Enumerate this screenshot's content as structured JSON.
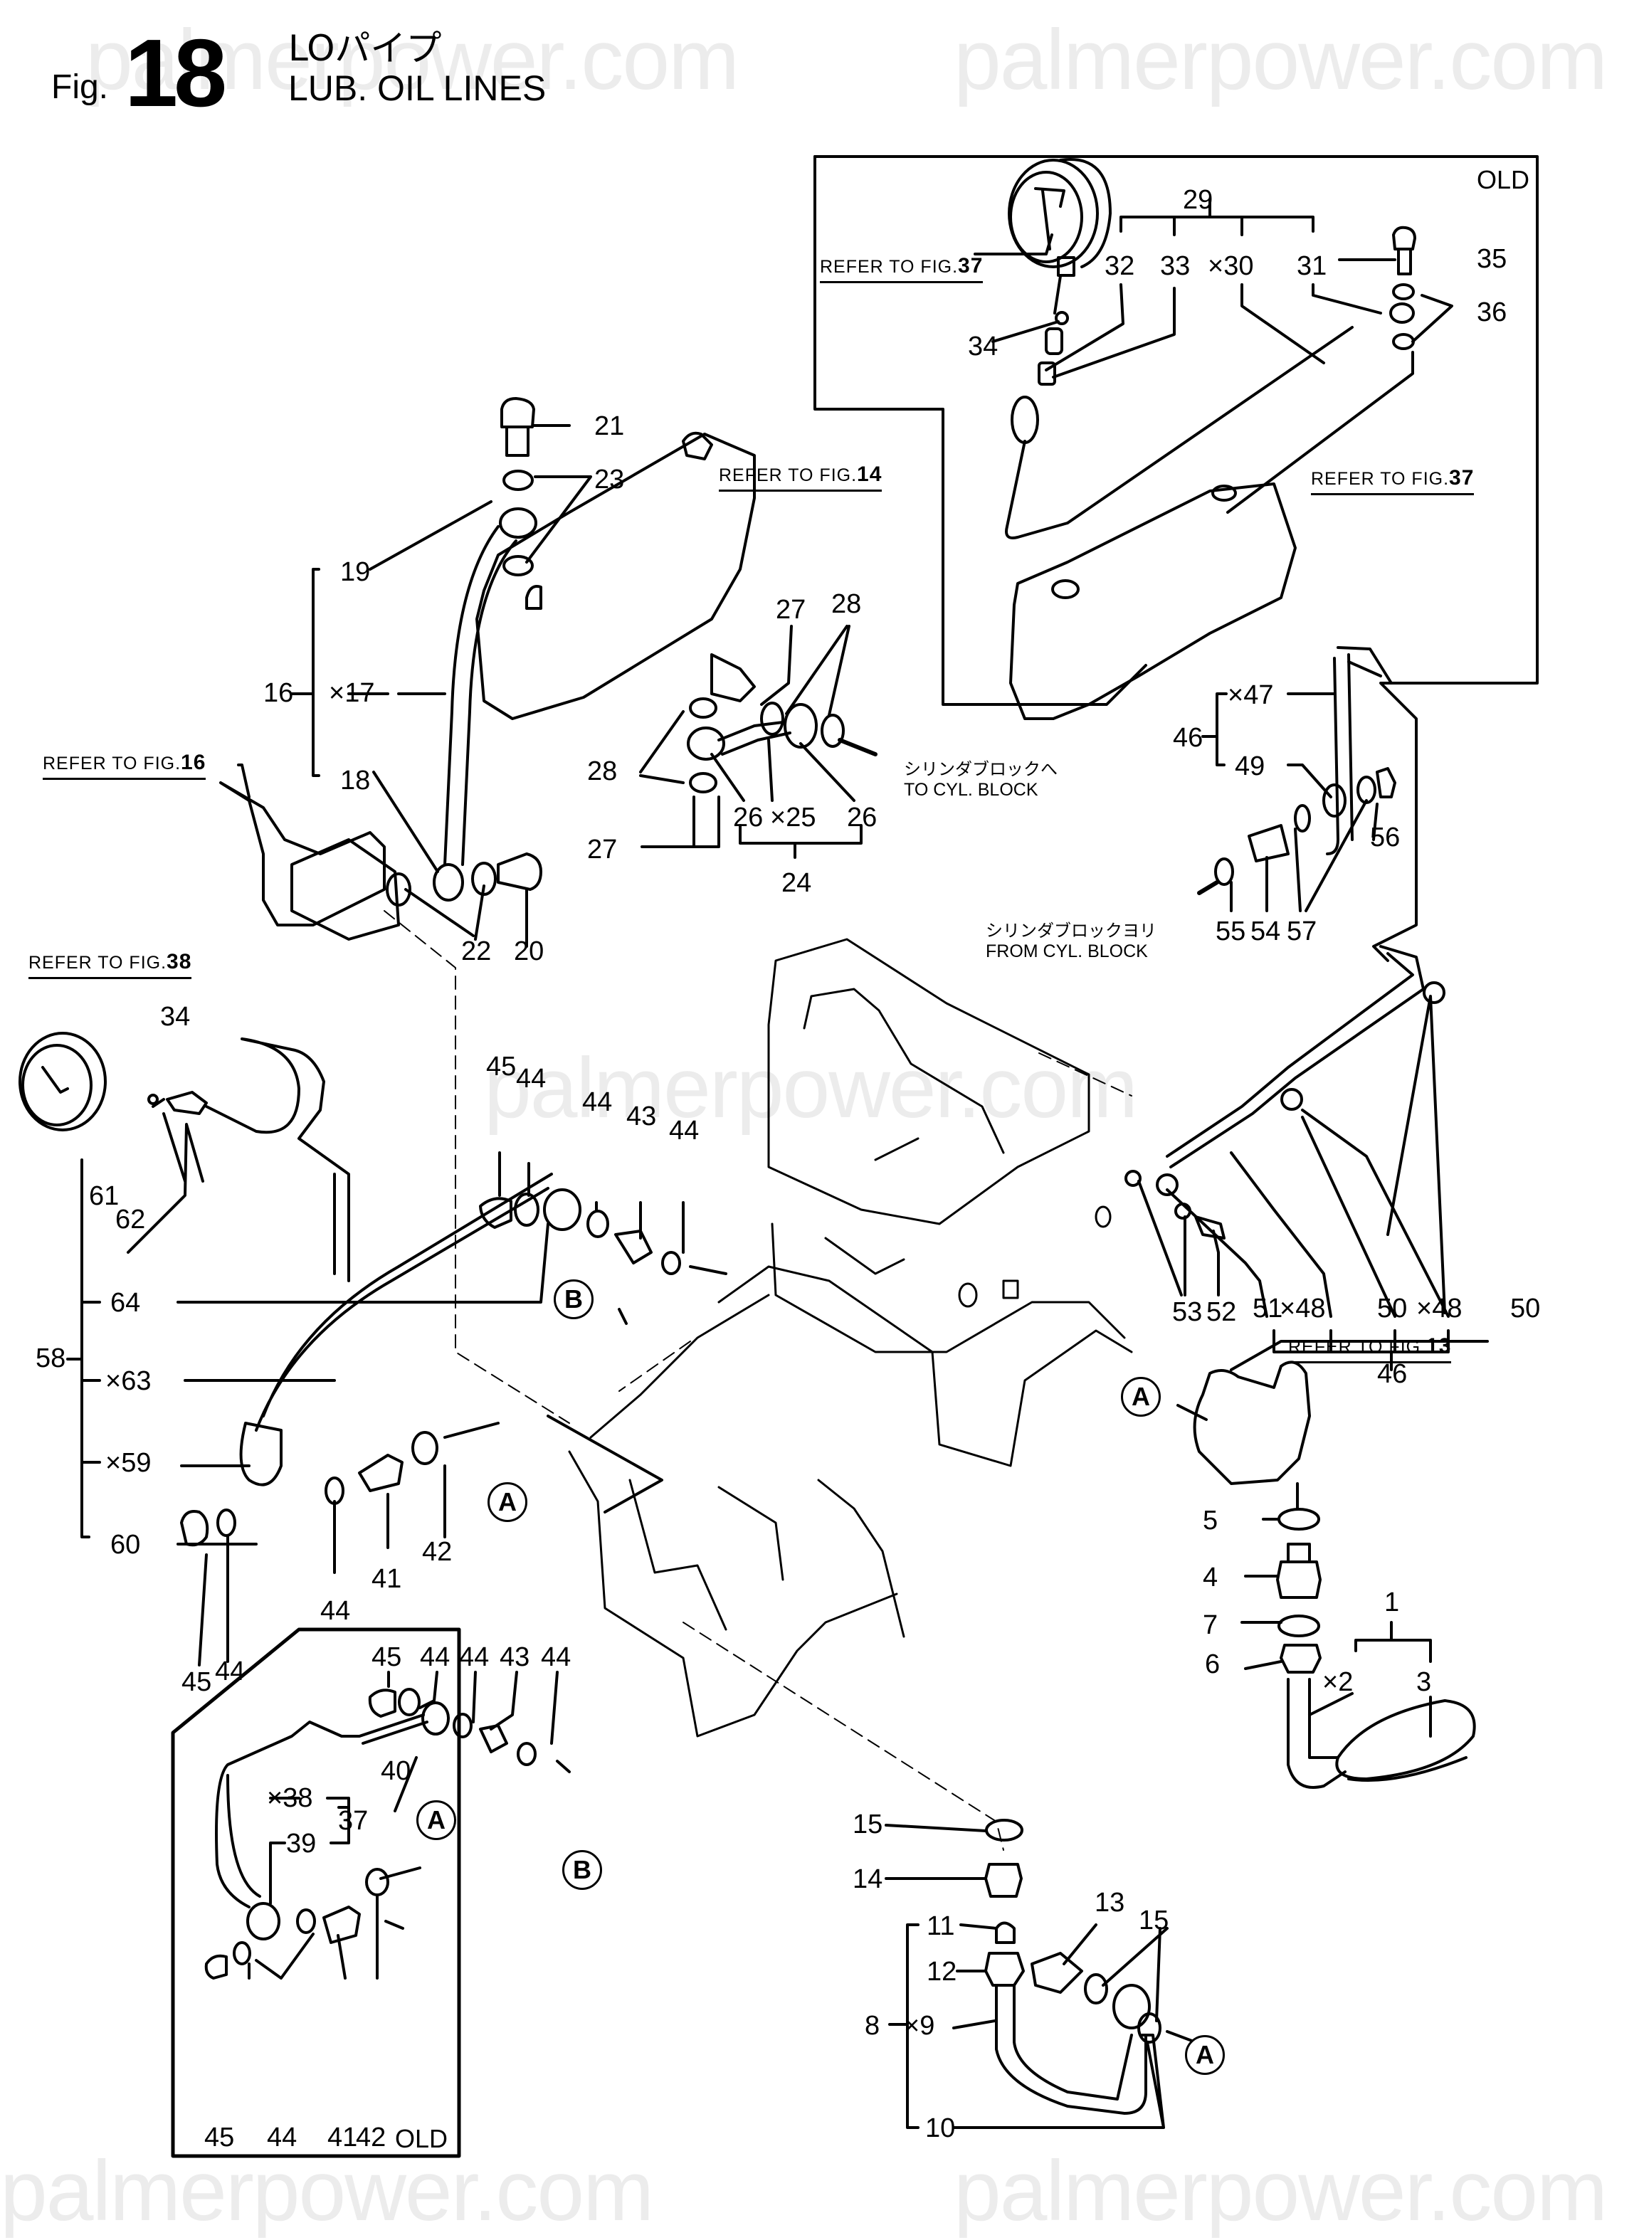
{
  "watermark": "palmerpower.com",
  "header": {
    "fig_prefix": "Fig.",
    "fig_number": "18",
    "title_jp": "LOパイプ",
    "title_en": "LUB. OIL LINES"
  },
  "references": {
    "fig37_gauge": {
      "text": "REFER TO FIG.",
      "num": "37"
    },
    "fig37_cover": {
      "text": "REFER TO FIG.",
      "num": "37"
    },
    "fig14": {
      "text": "REFER TO FIG.",
      "num": "14"
    },
    "fig16": {
      "text": "REFER TO FIG.",
      "num": "16"
    },
    "fig38": {
      "text": "REFER TO FIG.",
      "num": "38"
    },
    "fig13": {
      "text": "REFER TO FIG.",
      "num": "13"
    }
  },
  "notes": {
    "to_cyl_block_jp": "シリンダブロックへ",
    "to_cyl_block_en": "TO CYL. BLOCK",
    "from_cyl_block_jp": "シリンダブロックヨリ",
    "from_cyl_block_en": "FROM CYL. BLOCK"
  },
  "insets": {
    "top_right_label": "OLD",
    "bottom_left_label": "OLD"
  },
  "connectors": {
    "A": "A",
    "B": "B"
  },
  "part_labels": {
    "p1": "1",
    "p2": "×2",
    "p3": "3",
    "p4": "4",
    "p5": "5",
    "p6": "6",
    "p7": "7",
    "p8": "8",
    "p9": "×9",
    "p10": "10",
    "p11": "11",
    "p12": "12",
    "p13": "13",
    "p14": "14",
    "p15a": "15",
    "p15b": "15",
    "p16": "16",
    "p17": "×17",
    "p18": "18",
    "p19": "19",
    "p20": "20",
    "p21": "21",
    "p22": "22",
    "p23": "23",
    "p24": "24",
    "p25": "×25",
    "p26a": "26",
    "p26b": "26",
    "p27a": "27",
    "p27b": "27",
    "p28a": "28",
    "p28b": "28",
    "p29": "29",
    "p30": "×30",
    "p31": "31",
    "p32": "32",
    "p33": "33",
    "p34a": "34",
    "p35": "35",
    "p36": "36",
    "p34b": "34",
    "p58": "58",
    "p59": "×59",
    "p60": "60",
    "p61": "61",
    "p62": "62",
    "p63": "×63",
    "p64": "64",
    "p45a": "45",
    "p44a": "44",
    "p44b": "44",
    "p43a": "43",
    "p44c": "44",
    "p41a": "41",
    "p42a": "42",
    "p44d": "44",
    "p45b": "45",
    "p44e": "44",
    "p46a": "46",
    "p47": "×47",
    "p49": "49",
    "p56": "56",
    "p55": "55",
    "p54": "54",
    "p57": "57",
    "p51": "51",
    "p48a": "×48",
    "p50a": "50",
    "p48b": "×48",
    "p50b": "50",
    "p46b": "46",
    "p53": "53",
    "p52": "52",
    "o45a": "45",
    "o44a": "44",
    "o44b": "44",
    "o43": "43",
    "o44c": "44",
    "o40": "40",
    "o38": "×38",
    "o37": "37",
    "o39": "39",
    "o45b": "45",
    "o44d": "44",
    "o41": "41",
    "o42": "42"
  }
}
